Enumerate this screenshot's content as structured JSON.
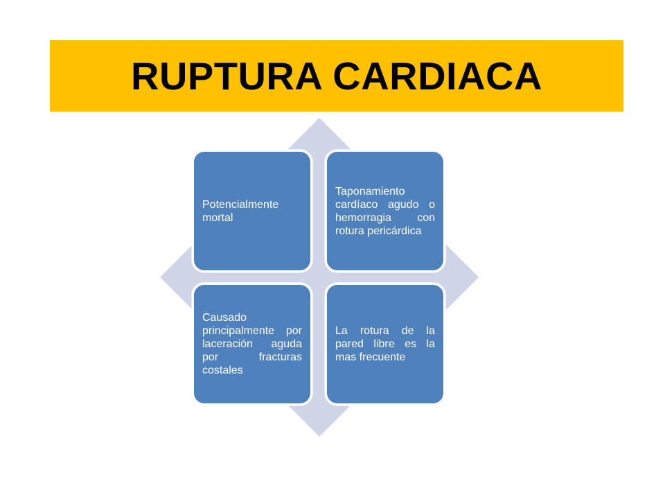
{
  "title": "RUPTURA CARDIACA",
  "colors": {
    "banner": "#ffc000",
    "box": "#4f81bd",
    "diamond": "#cfd5e6",
    "text_on_box": "#ffffff"
  },
  "diagram": {
    "boxes": [
      {
        "position": "top-left",
        "text": "Potencialmente mortal"
      },
      {
        "position": "top-right",
        "text": "Taponamiento cardíaco agudo o hemorragia con rotura pericárdica"
      },
      {
        "position": "bottom-left",
        "text": "Causado principalmente por laceración aguda por fracturas costales"
      },
      {
        "position": "bottom-right",
        "text": "La rotura de la pared libre es la mas frecuente"
      }
    ]
  }
}
